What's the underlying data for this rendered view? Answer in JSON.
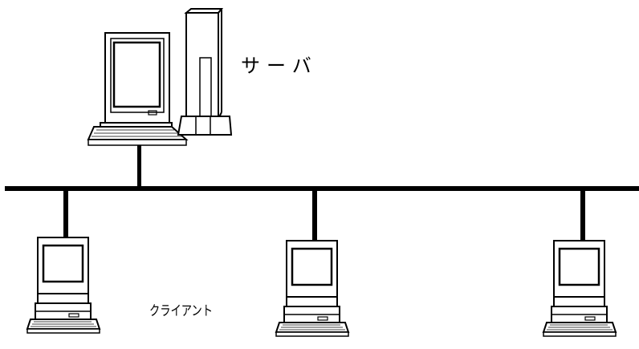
{
  "labels": {
    "server": "サーバ",
    "client": "クライアント"
  },
  "colors": {
    "line": "#000000",
    "background": "#ffffff",
    "screen_inner": "#ffffff"
  },
  "nodes": [
    {
      "name": "server",
      "icon": "server-computer-icon"
    },
    {
      "name": "client-1",
      "icon": "client-computer-icon"
    },
    {
      "name": "client-2",
      "icon": "client-computer-icon"
    },
    {
      "name": "client-3",
      "icon": "client-computer-icon"
    }
  ]
}
